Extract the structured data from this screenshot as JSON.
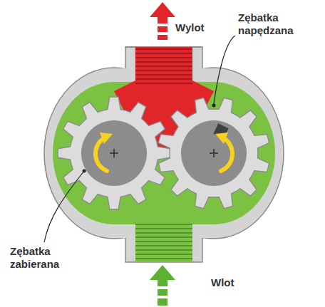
{
  "diagram": {
    "labels": [
      "Wylot",
      "Zębatka napędzana",
      "Zębatka zabierana",
      "Wlot"
    ]
  }
}
